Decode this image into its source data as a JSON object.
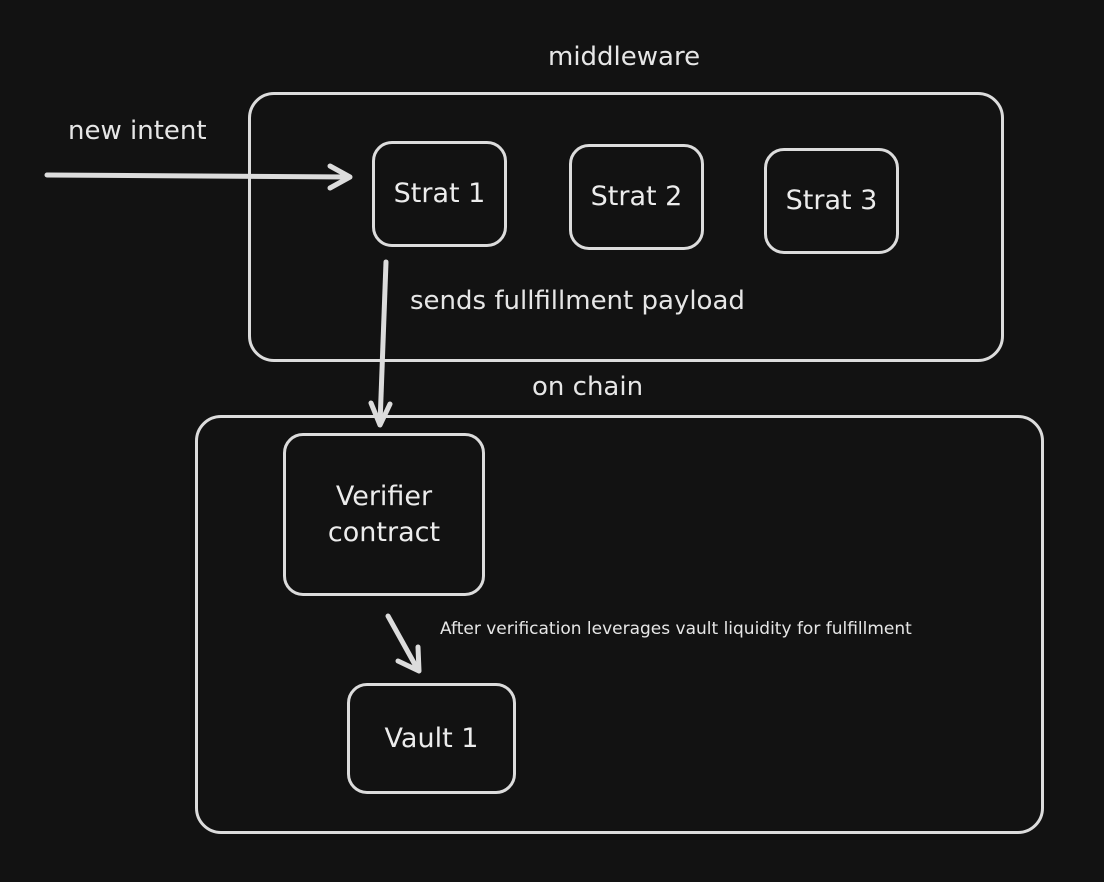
{
  "diagram": {
    "middleware": {
      "title": "middleware",
      "strategies": [
        {
          "label": "Strat 1"
        },
        {
          "label": "Strat 2"
        },
        {
          "label": "Strat 3"
        }
      ]
    },
    "incoming_label": "new intent",
    "payload_label": "sends fullfillment payload",
    "on_chain": {
      "title": "on chain",
      "verifier_label": "Verifier\ncontract",
      "vault_label": "Vault 1",
      "verification_note": "After verification leverages vault liquidity for fulfillment"
    },
    "colors": {
      "background": "#121212",
      "stroke": "#dcdcdc",
      "text": "#e6e6e6"
    }
  }
}
